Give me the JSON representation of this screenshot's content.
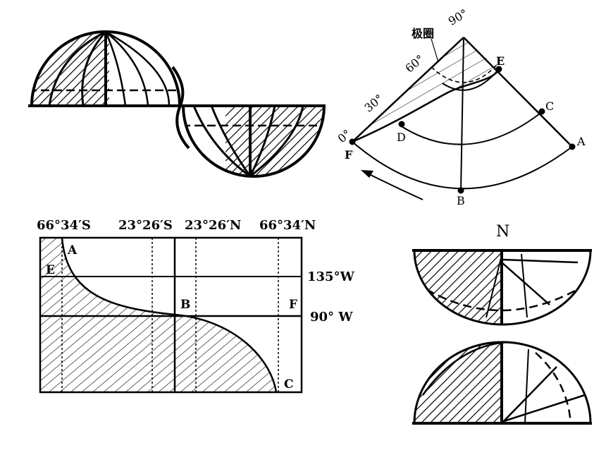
{
  "diagram2": {
    "polar_label": "极圈",
    "deg90": "90°",
    "deg60": "60°",
    "deg30": "30°",
    "deg0": "0°",
    "point_e": "E",
    "point_c": "C",
    "point_a": "A",
    "point_d": "D",
    "point_f": "F",
    "point_b": "B"
  },
  "diagram3": {
    "lat1": "66°34′S",
    "lat2": "23°26′S",
    "lat3": "23°26′N",
    "lat4": "66°34′N",
    "lon1": "135°W",
    "lon2": "90° W",
    "point_a": "A",
    "point_e": "E",
    "point_b": "B",
    "point_f": "F",
    "point_c": "C"
  },
  "diagram4": {
    "north": "N"
  }
}
